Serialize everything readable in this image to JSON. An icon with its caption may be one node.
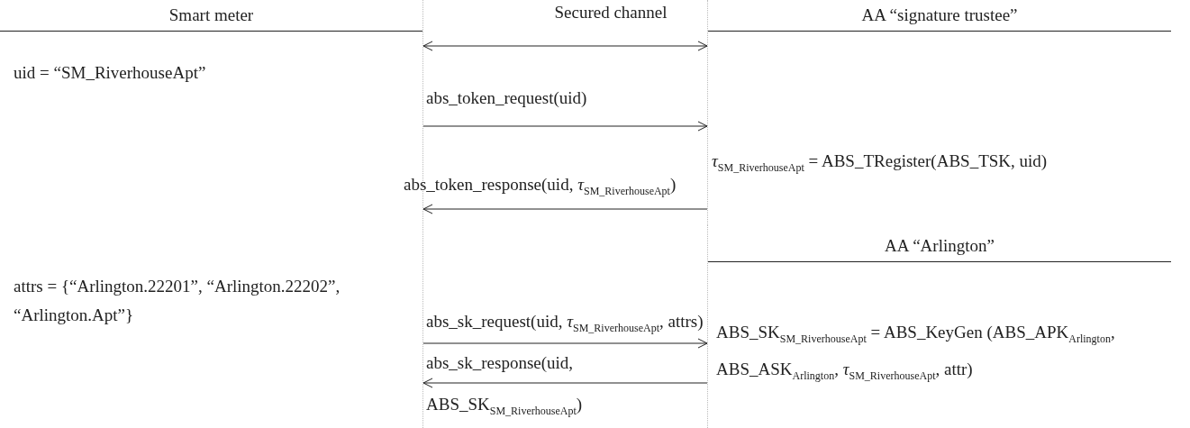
{
  "diagram": {
    "nodes": [
      {
        "text": [
          "Smart meter"
        ]
      },
      {
        "text": [
          "AA “signature trustee”"
        ]
      },
      {
        "text": [
          "AA “Arlington”"
        ]
      }
    ],
    "edges": [
      {
        "from": 0,
        "to": 1,
        "arrow": "both",
        "label": "Secured channel"
      },
      {
        "from": 0,
        "to": 1,
        "arrow": "to",
        "label": "abs_token_request(uid)"
      },
      {
        "from": 1,
        "to": 0,
        "arrow": "to",
        "label": "abs_token_response(uid, *τ*$_{SM_RiverhouseApt}$)"
      },
      {
        "from": 0,
        "to": 2,
        "arrow": "to",
        "label": "abs_sk_request(uid, *τ*$_{SM_RiverhouseApt}$, attrs)"
      },
      {
        "from": 2,
        "to": 0,
        "arrow": "to",
        "label": "abs_sk_response(uid, ABS_SK$_{SM_RiverhouseApt}$)"
      }
    ],
    "labels": [
      "uid = “SM_RiverhouseApt”",
      "*τ*$_{SM_RiverhouseApt}$ = ABS_TRegister(ABS_TSK, uid)",
      "attrs = {“Arlington.22201”, “Arlington.22202”, “Arlington.Apt”}",
      "ABS_SK$_{SM_RiverhouseApt}$ = ABS_KeyGen (ABS_APK$_{Arlington}$, ABS_ASK$_{Arlington}$, *τ*$_{SM_RiverhouseApt}$, attr)"
    ]
  }
}
